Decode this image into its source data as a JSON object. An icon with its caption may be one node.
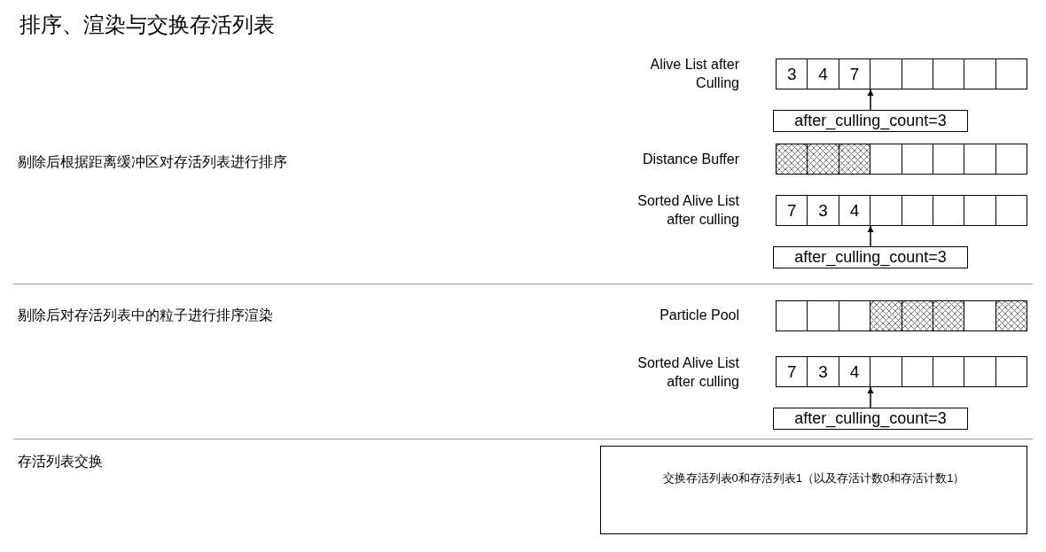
{
  "diagram": {
    "title": "排序、渲染与交换存活列表",
    "nodes": [
      {
        "text": [
          "3"
        ]
      },
      {
        "text": [
          "4"
        ]
      },
      {
        "text": [
          "7"
        ]
      },
      {
        "text": [],
        "shape": "box"
      },
      {
        "text": [],
        "shape": "box"
      },
      {
        "text": [],
        "shape": "box"
      },
      {
        "text": [],
        "shape": "box"
      },
      {
        "text": [],
        "shape": "box"
      },
      {
        "text": [
          "after_culling_count=3"
        ]
      },
      {
        "text": [],
        "shape": "box"
      },
      {
        "text": [],
        "shape": "box"
      },
      {
        "text": [],
        "shape": "box"
      },
      {
        "text": [],
        "shape": "box"
      },
      {
        "text": [],
        "shape": "box"
      },
      {
        "text": [],
        "shape": "box"
      },
      {
        "text": [],
        "shape": "box"
      },
      {
        "text": [],
        "shape": "box"
      },
      {
        "text": [
          "7"
        ]
      },
      {
        "text": [
          "3"
        ]
      },
      {
        "text": [
          "4"
        ]
      },
      {
        "text": [],
        "shape": "box"
      },
      {
        "text": [],
        "shape": "box"
      },
      {
        "text": [],
        "shape": "box"
      },
      {
        "text": [],
        "shape": "box"
      },
      {
        "text": [],
        "shape": "box"
      },
      {
        "text": [
          "after_culling_count=3"
        ]
      },
      {
        "text": [],
        "shape": "box"
      },
      {
        "text": [],
        "shape": "box"
      },
      {
        "text": [],
        "shape": "box"
      },
      {
        "text": [],
        "shape": "box"
      },
      {
        "text": [],
        "shape": "box"
      },
      {
        "text": [],
        "shape": "box"
      },
      {
        "text": [],
        "shape": "box"
      },
      {
        "text": [],
        "shape": "box"
      },
      {
        "text": [
          "7"
        ]
      },
      {
        "text": [
          "3"
        ]
      },
      {
        "text": [
          "4"
        ]
      },
      {
        "text": [],
        "shape": "box"
      },
      {
        "text": [],
        "shape": "box"
      },
      {
        "text": [],
        "shape": "box"
      },
      {
        "text": [],
        "shape": "box"
      },
      {
        "text": [],
        "shape": "box"
      },
      {
        "text": [
          "after_culling_count=3"
        ]
      },
      {
        "text": [
          "交换存活列表0和存活列表1（以及存活计数0和存活计数1）"
        ]
      }
    ],
    "edges": [
      {
        "from": 8,
        "to": 2,
        "arrow": "to"
      },
      {
        "from": 25,
        "to": 19,
        "arrow": "to"
      },
      {
        "from": 42,
        "to": 36,
        "arrow": "to"
      }
    ],
    "labels": [
      "Alive List after Culling",
      "剔除后根据距离缓冲区对存活列表进行排序",
      "Distance Buffer",
      "Sorted Alive List after culling",
      "剔除后对存活列表中的粒子进行排序渲染",
      "Particle Pool",
      "Sorted Alive List after culling",
      "存活列表交换"
    ]
  }
}
